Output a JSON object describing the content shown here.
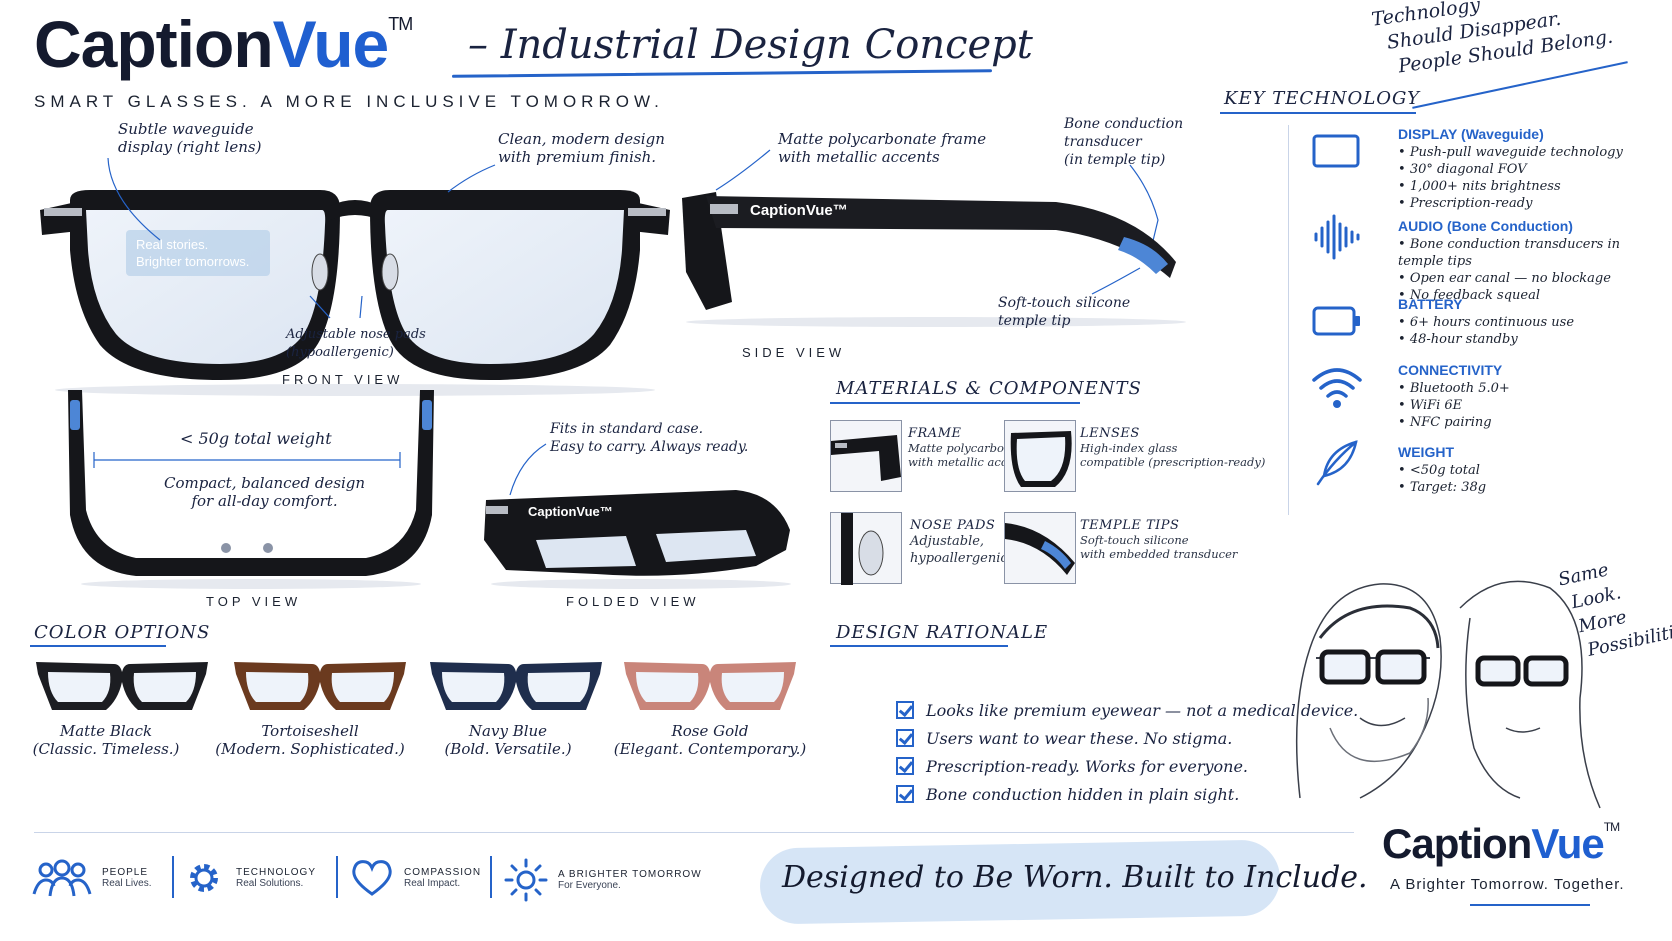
{
  "header": {
    "brand_main": "Caption",
    "brand_accent": "Vue",
    "brand_tm": "TM",
    "title": "– Industrial Design Concept",
    "subtitle": "SMART GLASSES. A MORE INCLUSIVE TOMORROW.",
    "motto": [
      "Technology",
      "Should Disappear.",
      "People Should Belong."
    ]
  },
  "front_view": {
    "caption": "FRONT VIEW",
    "note_waveguide": [
      "Subtle waveguide",
      "display (right lens)"
    ],
    "note_design": [
      "Clean, modern design",
      "with premium finish."
    ],
    "note_nosepads": [
      "Adjustable nose pads",
      "(hypoallergenic)"
    ],
    "lens_text": [
      "Real stories.",
      "Brighter tomorrows."
    ]
  },
  "side_view": {
    "caption": "SIDE VIEW",
    "note_frame": [
      "Matte polycarbonate frame",
      "with metallic accents"
    ],
    "note_bone": [
      "Bone conduction",
      "transducer",
      "(in temple tip)"
    ],
    "note_tip": [
      "Soft-touch silicone",
      "temple tip"
    ],
    "logo": "CaptionVue™"
  },
  "top_view": {
    "caption": "TOP VIEW",
    "weight": "< 50g total weight",
    "note": [
      "Compact, balanced design",
      "for all-day comfort."
    ]
  },
  "folded_view": {
    "caption": "FOLDED VIEW",
    "note": [
      "Fits in standard case.",
      "Easy to carry. Always ready."
    ],
    "logo": "CaptionVue™"
  },
  "materials": {
    "title": "MATERIALS & COMPONENTS",
    "items": [
      {
        "name": "FRAME",
        "desc": [
          "Matte polycarbonate",
          "with metallic accents"
        ]
      },
      {
        "name": "LENSES",
        "desc": [
          "High-index glass",
          "compatible (prescription-ready)"
        ]
      },
      {
        "name": "NOSE PADS",
        "desc": [
          "Adjustable,",
          "hypoallergenic"
        ]
      },
      {
        "name": "TEMPLE TIPS",
        "desc": [
          "Soft-touch silicone",
          "with embedded transducer"
        ]
      }
    ]
  },
  "key_technology": {
    "title": "KEY TECHNOLOGY",
    "items": [
      {
        "icon": "display-icon",
        "title": "DISPLAY (Waveguide)",
        "bullets": [
          "Push-pull waveguide technology",
          "30° diagonal FOV",
          "1,000+ nits brightness",
          "Prescription-ready"
        ]
      },
      {
        "icon": "audio-wave-icon",
        "title": "AUDIO (Bone Conduction)",
        "bullets": [
          "Bone conduction transducers in temple tips",
          "Open ear canal — no blockage",
          "No feedback squeal"
        ]
      },
      {
        "icon": "battery-icon",
        "title": "BATTERY",
        "bullets": [
          "6+ hours continuous use",
          "48-hour standby"
        ]
      },
      {
        "icon": "wifi-icon",
        "title": "CONNECTIVITY",
        "bullets": [
          "Bluetooth 5.0+",
          "WiFi 6E",
          "NFC pairing"
        ]
      },
      {
        "icon": "feather-icon",
        "title": "WEIGHT",
        "bullets": [
          "<50g total",
          "Target: 38g"
        ]
      }
    ]
  },
  "color_options": {
    "title": "COLOR OPTIONS",
    "items": [
      {
        "name": "Matte Black",
        "desc": "(Classic. Timeless.)",
        "color": "#1c1d22"
      },
      {
        "name": "Tortoiseshell",
        "desc": "(Modern. Sophisticated.)",
        "color": "#6b3a1f"
      },
      {
        "name": "Navy Blue",
        "desc": "(Bold. Versatile.)",
        "color": "#1f2e4d"
      },
      {
        "name": "Rose Gold",
        "desc": "(Elegant. Contemporary.)",
        "color": "#c9857a"
      }
    ]
  },
  "design_rationale": {
    "title": "DESIGN RATIONALE",
    "items": [
      "Looks like premium eyewear — not a medical device.",
      "Users want to wear these. No stigma.",
      "Prescription-ready. Works for everyone.",
      "Bone conduction hidden in plain sight."
    ]
  },
  "illustration": {
    "same_look": [
      "Same",
      "Look.",
      "More",
      "Possibilities."
    ]
  },
  "footer": {
    "values": [
      {
        "icon": "people-icon",
        "label": "PEOPLE",
        "sub": "Real Lives."
      },
      {
        "icon": "gear-icon",
        "label": "TECHNOLOGY",
        "sub": "Real Solutions."
      },
      {
        "icon": "heart-icon",
        "label": "COMPASSION",
        "sub": "Real Impact."
      },
      {
        "icon": "sun-icon",
        "label": "A BRIGHTER TOMORROW",
        "sub": "For Everyone."
      }
    ],
    "tagline": "Designed to Be Worn. Built to Include.",
    "brand_main": "Caption",
    "brand_accent": "Vue",
    "brand_tm": "TM",
    "brand_tag": "A Brighter Tomorrow. Together."
  },
  "colors": {
    "accent": "#2563c9",
    "brand_navy": "#141a2e",
    "brand_blue": "#1f5fd0"
  }
}
